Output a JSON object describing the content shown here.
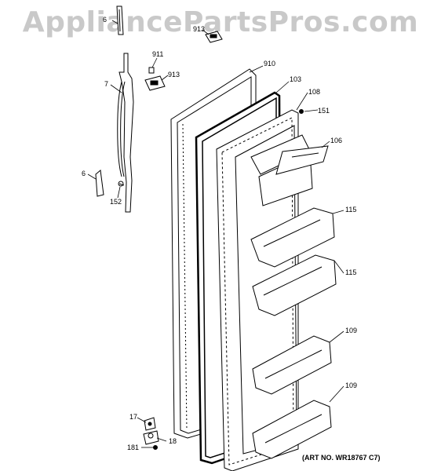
{
  "watermark": "AppliancePartsPros.com",
  "art_number": "(ART NO. WR18767 C7)",
  "callouts": [
    {
      "id": "c6a",
      "text": "6"
    },
    {
      "id": "c913a",
      "text": "913"
    },
    {
      "id": "c911",
      "text": "911"
    },
    {
      "id": "c913b",
      "text": "913"
    },
    {
      "id": "c7",
      "text": "7"
    },
    {
      "id": "c910",
      "text": "910"
    },
    {
      "id": "c103",
      "text": "103"
    },
    {
      "id": "c108",
      "text": "108"
    },
    {
      "id": "c151",
      "text": "151"
    },
    {
      "id": "c106",
      "text": "106"
    },
    {
      "id": "c6b",
      "text": "6"
    },
    {
      "id": "c152",
      "text": "152"
    },
    {
      "id": "c115a",
      "text": "115"
    },
    {
      "id": "c115b",
      "text": "115"
    },
    {
      "id": "c109a",
      "text": "109"
    },
    {
      "id": "c109b",
      "text": "109"
    },
    {
      "id": "c17",
      "text": "17"
    },
    {
      "id": "c18",
      "text": "18"
    },
    {
      "id": "c181",
      "text": "181"
    }
  ]
}
